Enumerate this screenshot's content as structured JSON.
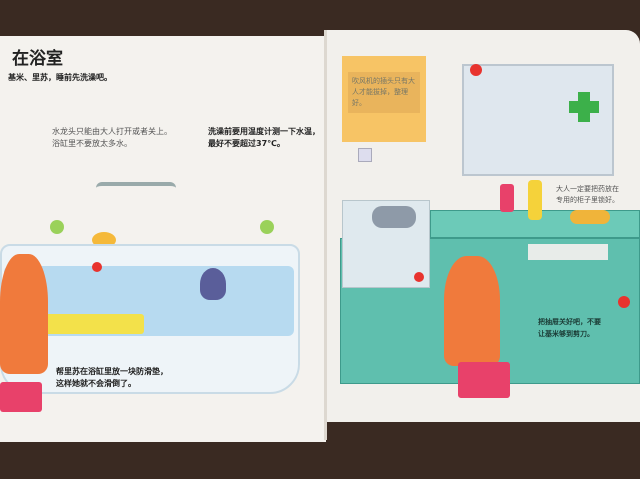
{
  "left_page": {
    "title": "在浴室",
    "subtitle": "基米、里苏，睡前先洗澡吧。",
    "tip_faucet": [
      "水龙头只能由大人打开或者关上。",
      "浴缸里不要放太多水。"
    ],
    "tip_thermometer": [
      "洗澡前要用温度计测一下水温，",
      "最好不要超过37℃。"
    ],
    "tip_mat": [
      "帮里苏在浴缸里放一块防滑垫，",
      "这样她就不会滑倒了。"
    ]
  },
  "right_page": {
    "tip_hairdryer": "吹风机的插头只有大人才能拔掉，整理好。",
    "tip_medicine": [
      "大人一定要把药放在",
      "专用的柜子里锁好。"
    ],
    "tip_drawer": [
      "把抽屉关好吧，不要",
      "让基米够到剪刀。"
    ]
  },
  "colors": {
    "table": "#3a2a22",
    "page": "#f4f2ee",
    "tub": "#cfe6f4",
    "cabinet": "#5fbfae",
    "sticky_note": "#f7c465",
    "fox": "#f07a3c",
    "stool": "#e8416a",
    "green_cross": "#3cb04a"
  }
}
